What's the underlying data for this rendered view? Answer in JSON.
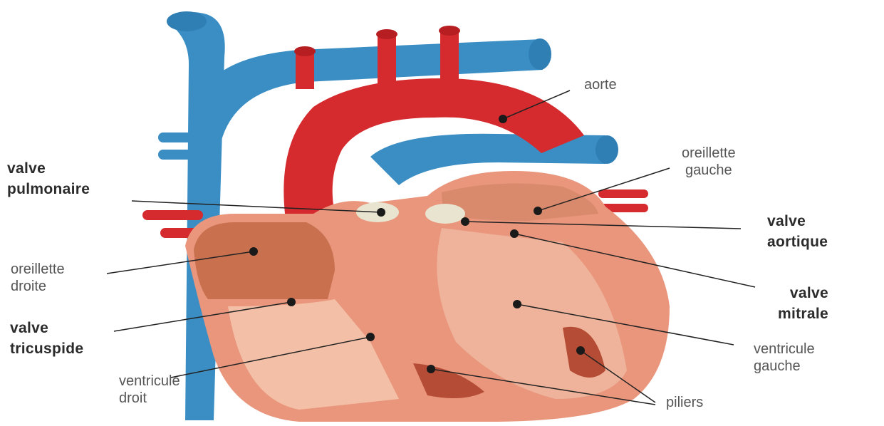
{
  "colors": {
    "vein_blue": "#3a8ec4",
    "artery_red": "#d52a2e",
    "muscle": "#e9967d",
    "chamber": "#c9714f",
    "valve": "#e9e4cf",
    "leader": "#222222"
  },
  "labels": {
    "aorte": "aorte",
    "oreillette_gauche": [
      "oreillette",
      "gauche"
    ],
    "valve_pulmonaire": [
      "valve",
      "pulmonaire"
    ],
    "valve_aortique": [
      "valve",
      "aortique"
    ],
    "oreillette_droite": [
      "oreillette",
      "droite"
    ],
    "valve_mitrale": [
      "valve",
      "mitrale"
    ],
    "valve_tricuspide": [
      "valve",
      "tricuspide"
    ],
    "ventricule_gauche": [
      "ventricule",
      "gauche"
    ],
    "ventricule_droit": [
      "ventricule",
      "droit"
    ],
    "piliers": "piliers"
  }
}
